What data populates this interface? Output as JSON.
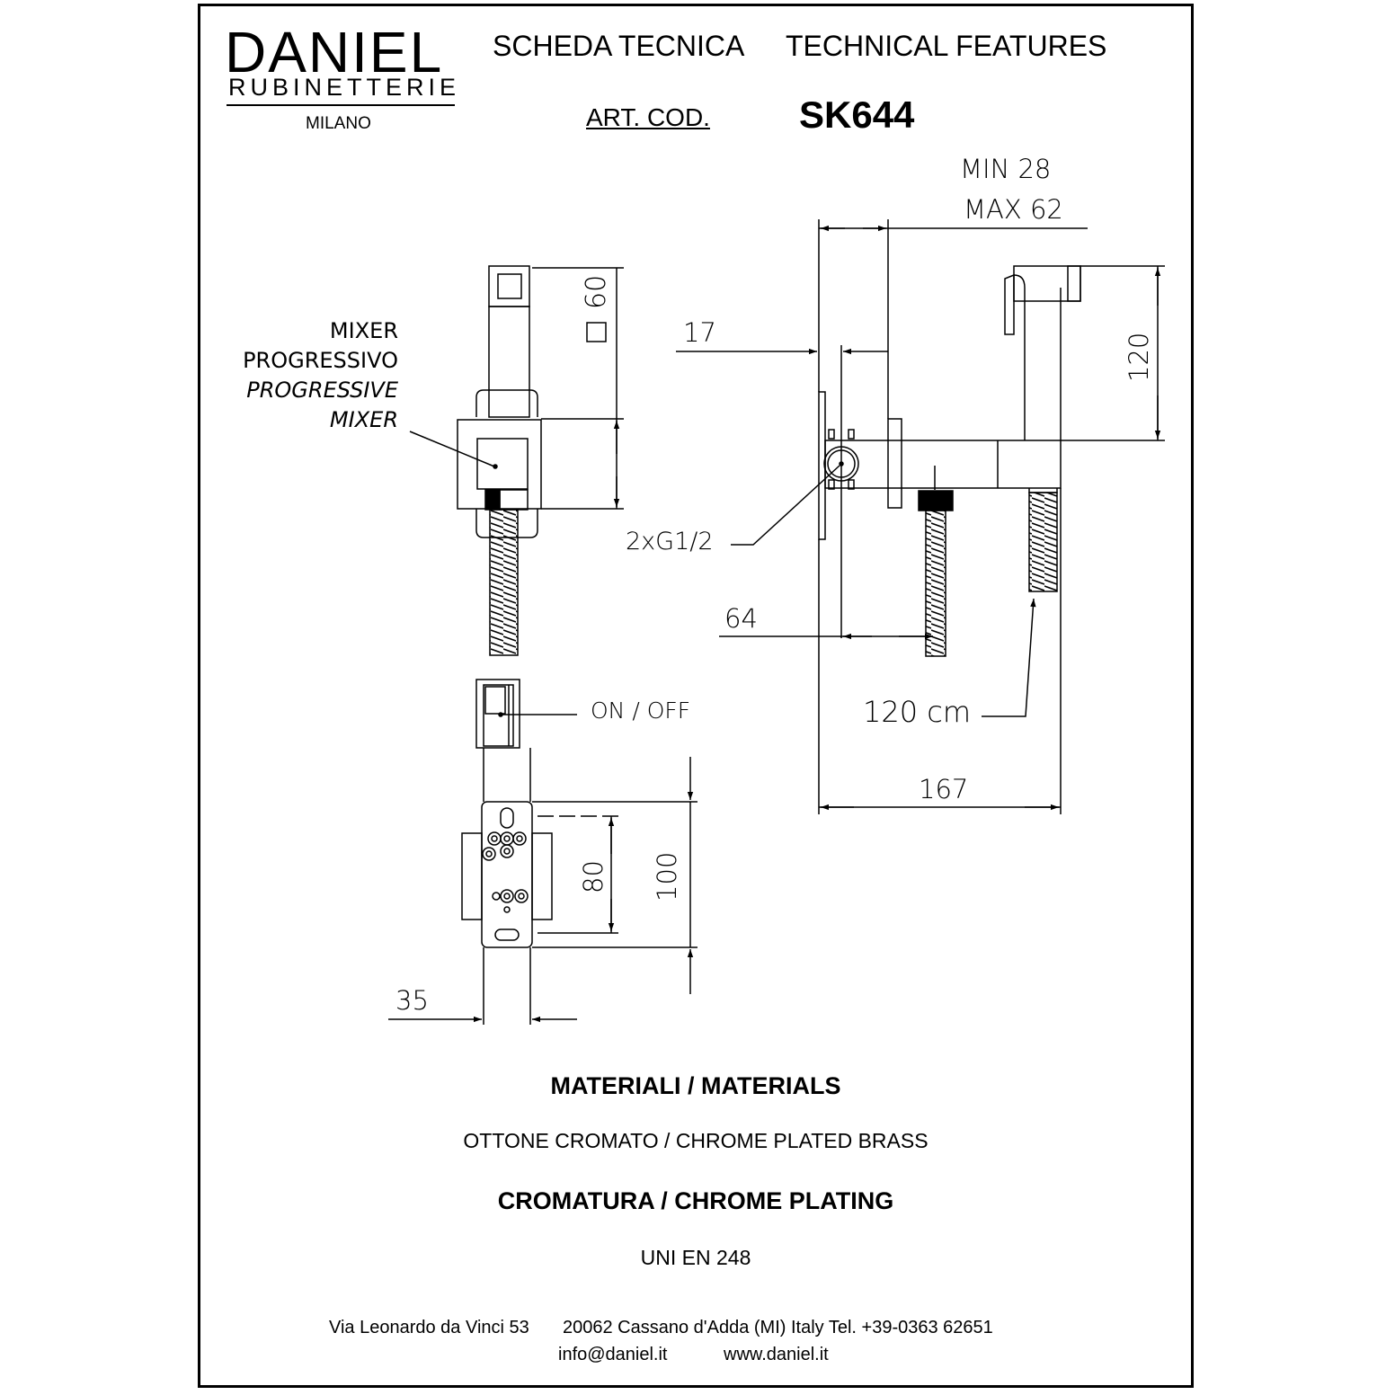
{
  "brand": {
    "name": "DANIEL",
    "subtitle": "RUBINETTERIE",
    "city": "MILANO"
  },
  "header": {
    "title_it": "SCHEDA TECNICA",
    "title_en": "TECHNICAL FEATURES",
    "article_label": "ART. COD.",
    "article_code": "SK644"
  },
  "drawing": {
    "labels": {
      "mixer_it_1": "MIXER",
      "mixer_it_2": "PROGRESSIVO",
      "mixer_en_1": "PROGRESSIVE",
      "mixer_en_2": "MIXER",
      "plate_size": "60",
      "on_off": "ON / OFF",
      "connection": "2xG1/2",
      "hose_length": "120 cm"
    },
    "dimensions": {
      "depth_min": "MIN 28",
      "depth_max": "MAX 62",
      "wall_offset": "17",
      "head_height": "120",
      "hose_offset": "64",
      "total_length": "167",
      "bracket_width": "35",
      "hole_spacing": "80",
      "bracket_height": "100"
    }
  },
  "materials": {
    "title": "MATERIALI / MATERIALS",
    "value": "OTTONE CROMATO  / CHROME PLATED BRASS"
  },
  "plating": {
    "title": "CROMATURA / CHROME PLATING",
    "value": "UNI EN 248"
  },
  "footer": {
    "address": "Via Leonardo da Vinci 53",
    "city": "20062 Cassano d'Adda (MI) Italy Tel. +39-0363 62651",
    "email": "info@daniel.it",
    "website": "www.daniel.it"
  }
}
